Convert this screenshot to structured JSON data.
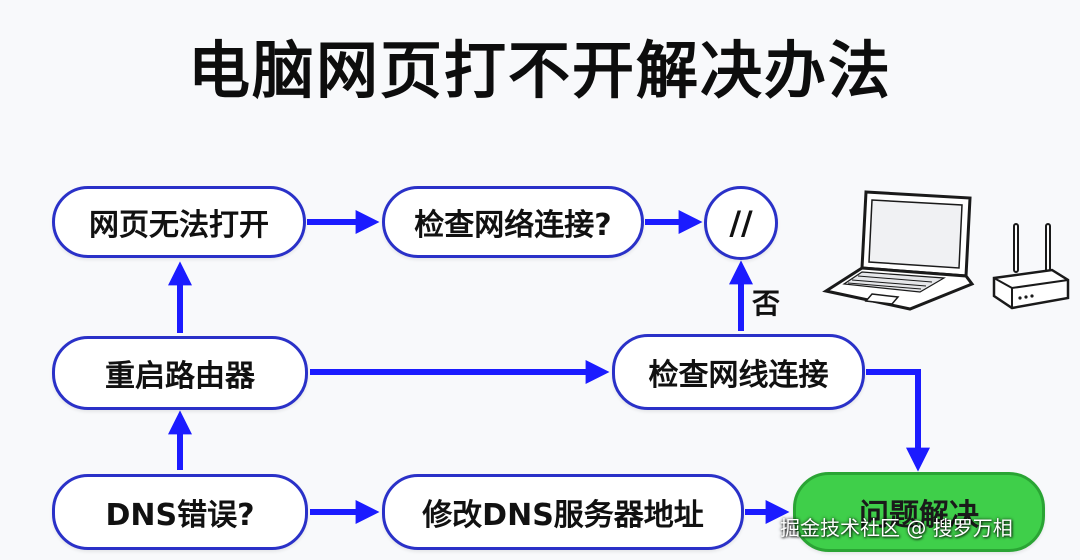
{
  "title": "电脑网页打不开解决办法",
  "nodes": {
    "cannot_open": "网页无法打开",
    "check_network": "检查网络连接?",
    "unknown": "//",
    "restart_router": "重启路由器",
    "check_cable": "检查网线连接",
    "dns_error": "DNS错误?",
    "modify_dns": "修改DNS服务器地址",
    "solved": "问题解决"
  },
  "edge_labels": {
    "no": "否"
  },
  "illustrations": {
    "laptop": "laptop-icon",
    "router": "router-icon"
  },
  "watermark": "掘金技术社区 @ 搜罗万相",
  "colors": {
    "node_border": "#2a31c8",
    "arrow": "#1b1bff",
    "success": "#3fcf4a"
  }
}
